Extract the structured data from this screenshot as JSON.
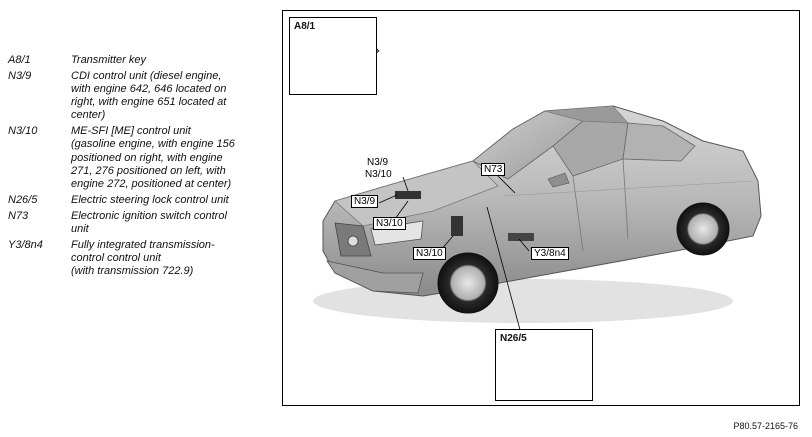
{
  "legend": [
    {
      "code": "A8/1",
      "text": "Transmitter key"
    },
    {
      "code": "N3/9",
      "text": "CDI control unit (diesel engine,\nwith engine 642, 646 located on\nright, with engine 651 located at\ncenter)"
    },
    {
      "code": "N3/10",
      "text": "ME-SFI [ME] control unit\n(gasoline engine, with engine 156\npositioned on right, with engine\n271, 276 positioned on left, with\nengine 272, positioned at center)"
    },
    {
      "code": "N26/5",
      "text": "Electric steering lock control unit"
    },
    {
      "code": "N73",
      "text": "Electronic ignition switch control\nunit"
    },
    {
      "code": "Y3/8n4",
      "text": "Fully integrated transmission-\ncontrol control unit\n(with transmission 722.9)"
    }
  ],
  "figure": {
    "key_callout_title": "A8/1",
    "lock_callout_title": "N26/5",
    "labels": {
      "n3_9_upper": "N3/9",
      "n3_10_upper": "N3/10",
      "n73": "N73",
      "n3_9_lower": "N3/9",
      "n3_10_mid": "N3/10",
      "n3_10_lower": "N3/10",
      "y3_8n4": "Y3/8n4"
    }
  },
  "figure_ref": "P80.57-2165-76"
}
